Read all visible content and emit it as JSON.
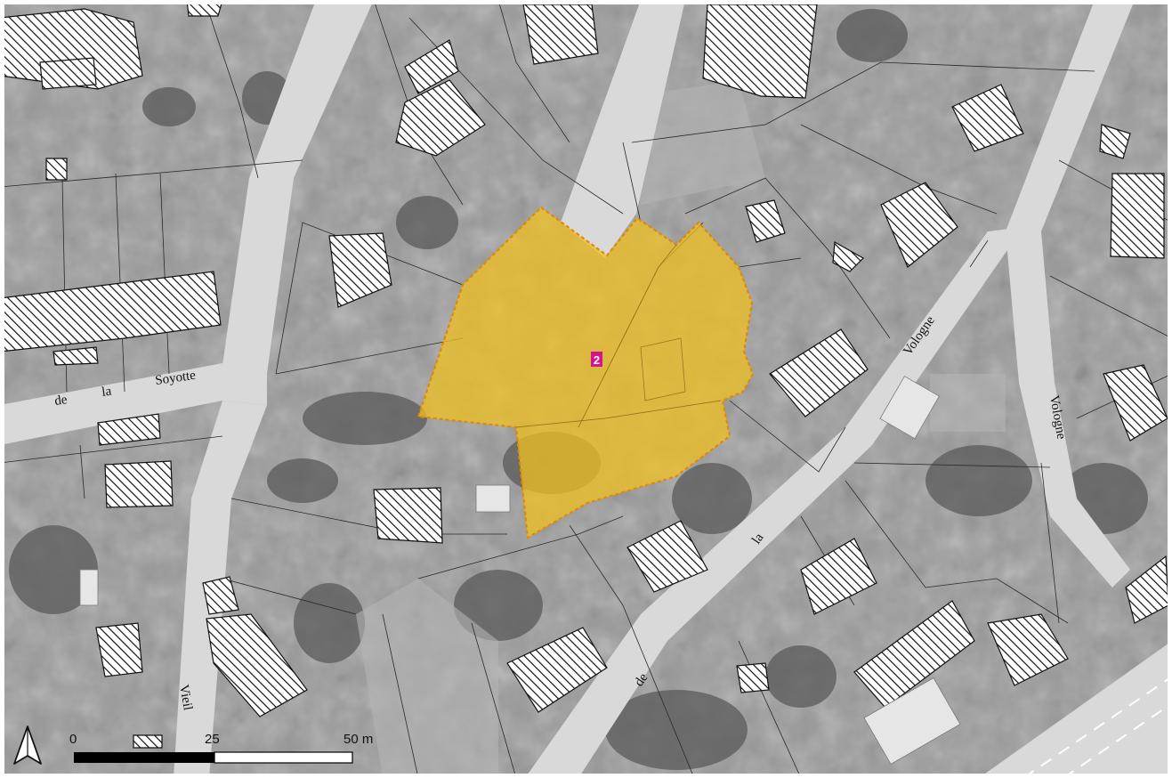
{
  "map": {
    "colors": {
      "photo_base": "#9a9a9a",
      "road": "#d9d9d9",
      "parcel_fill": "#f0c020",
      "parcel_outline": "#e08a00",
      "marker_bg": "#d4148c",
      "building_hatch": "#111111",
      "building_fill": "#ffffff"
    },
    "street_labels": {
      "soyotte_de": "de",
      "soyotte_la": "la",
      "soyotte_name": "Soyotte",
      "vologne_de": "de",
      "vologne_la": "la",
      "vologne_name": "Vologne",
      "vologne_right": "Vologne",
      "vieil": "Vieil"
    },
    "parcel_marker": "2",
    "north_arrow_icon": "north-arrow-icon",
    "scale_bar": {
      "label_0": "0",
      "label_mid": "25",
      "label_end": "50 m"
    }
  }
}
